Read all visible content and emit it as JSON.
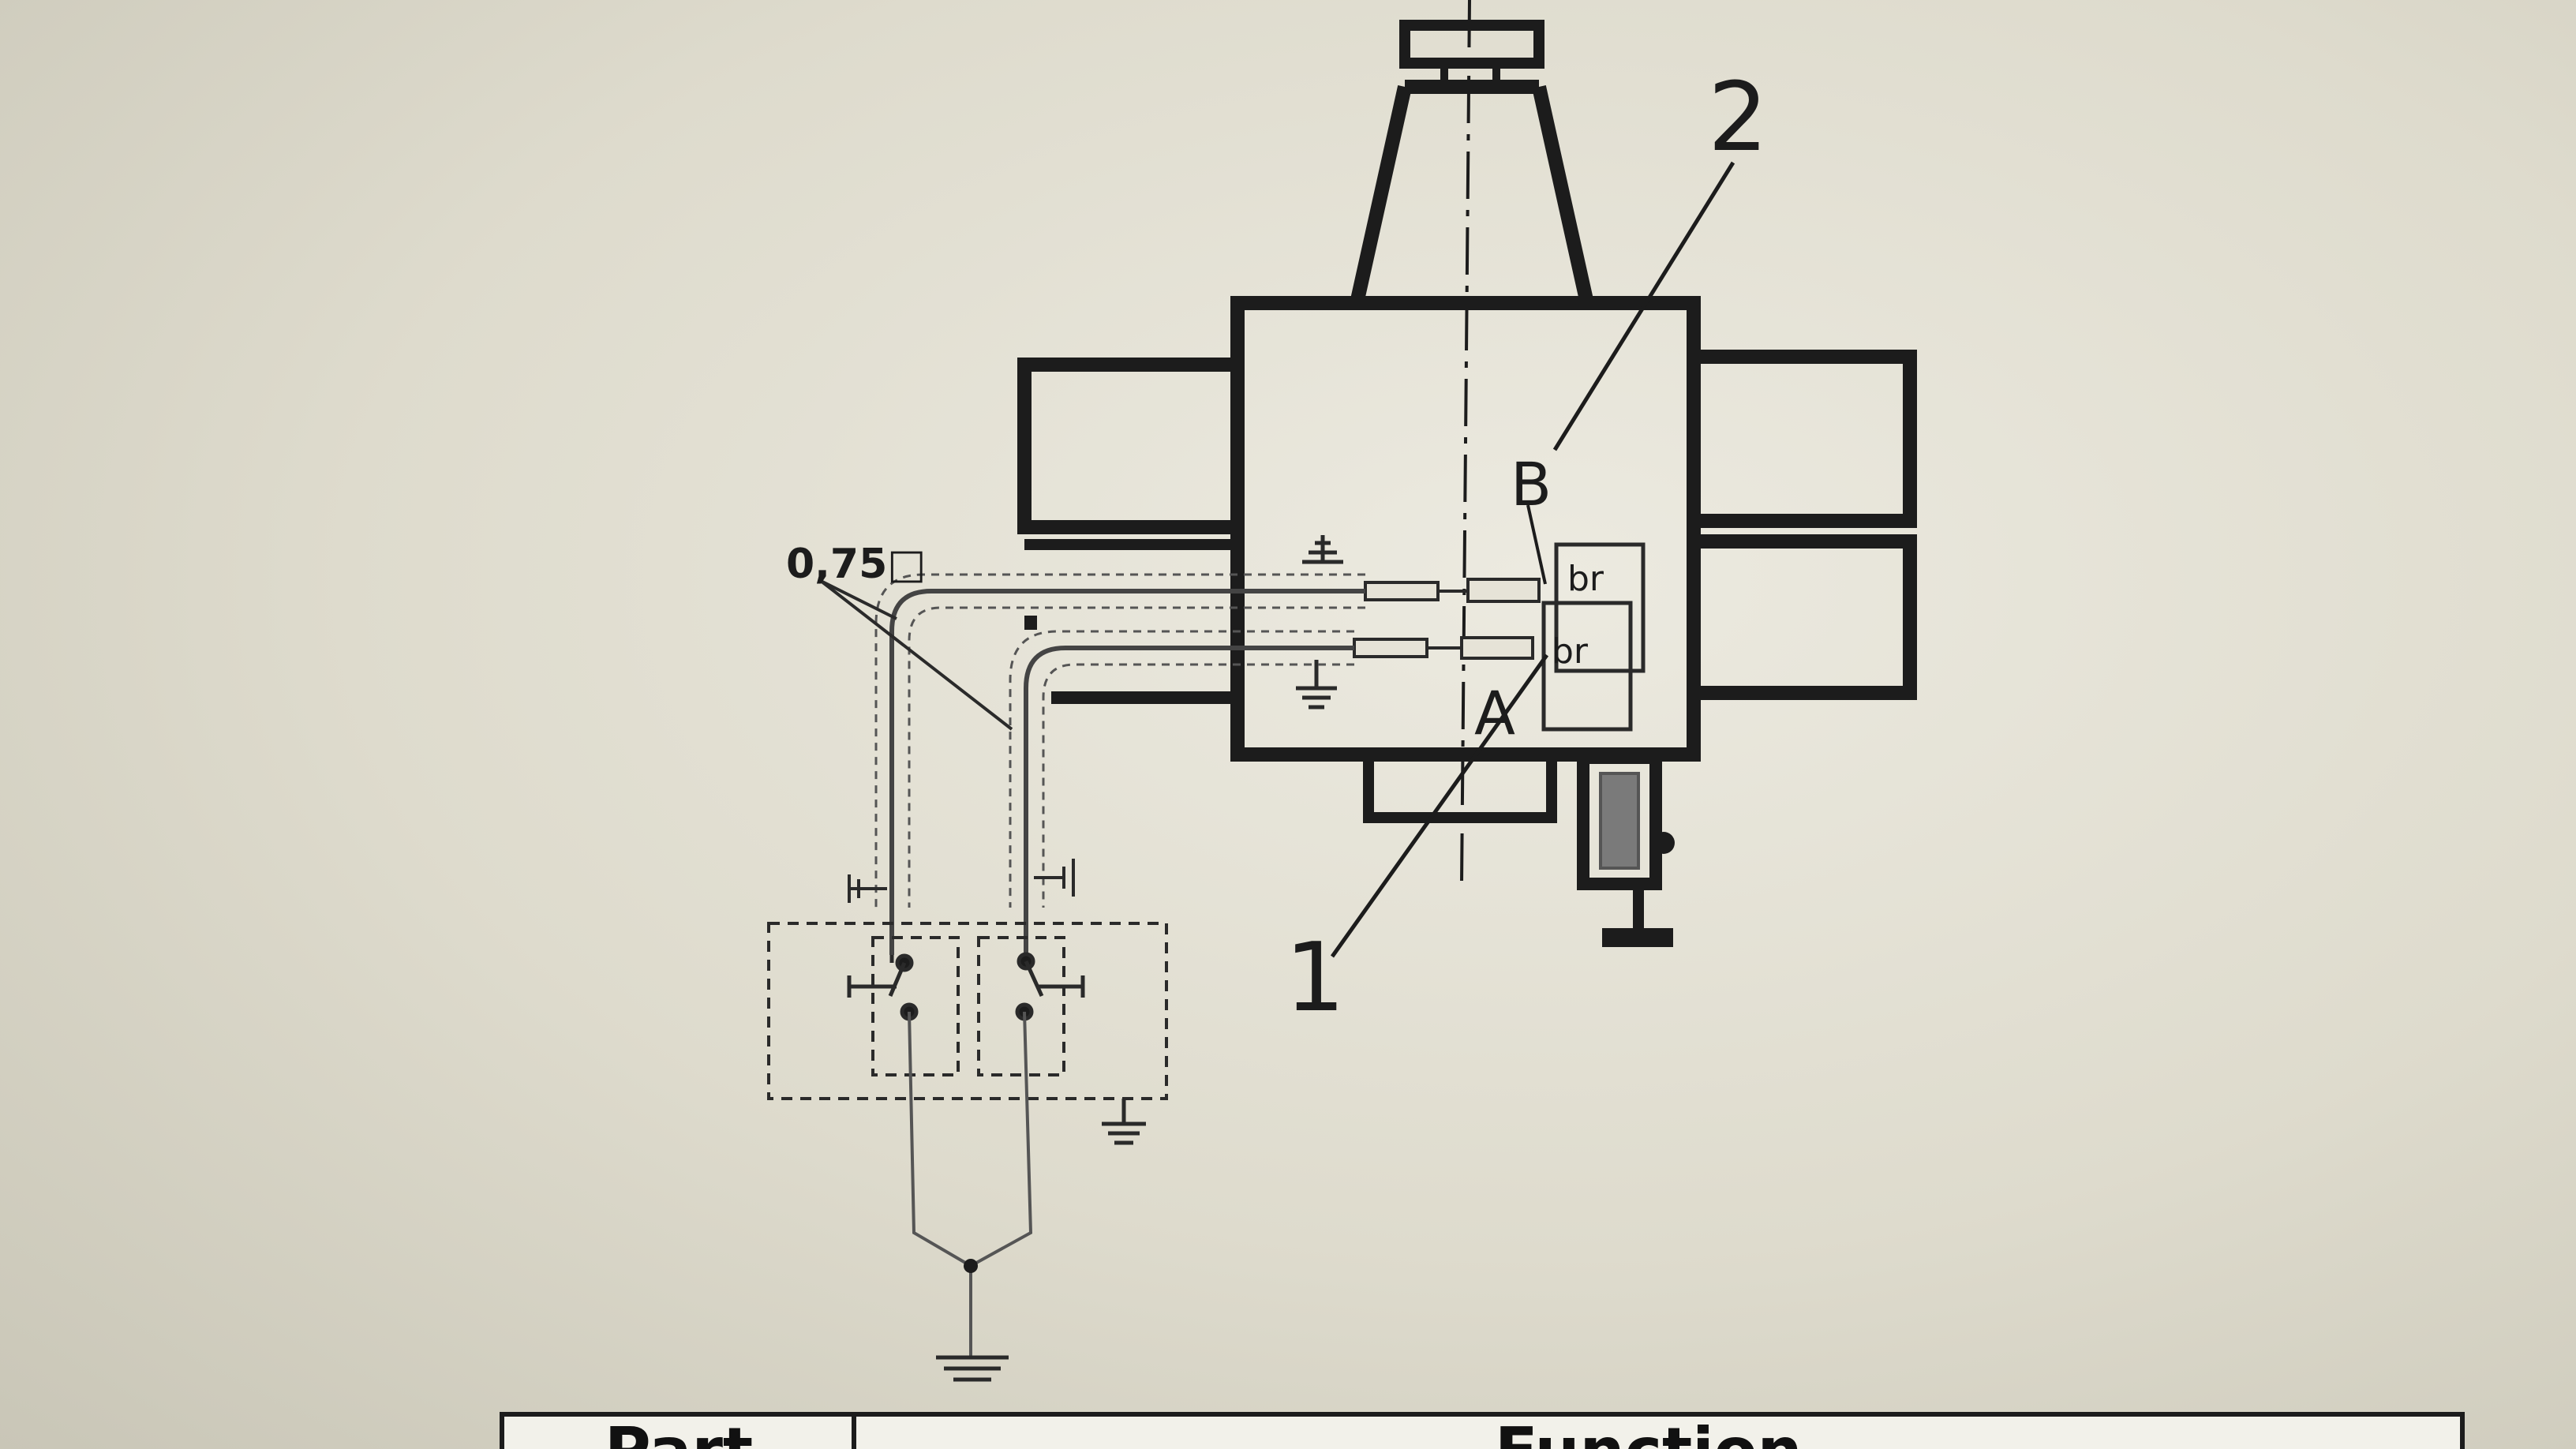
{
  "labels": {
    "callout_1": "1",
    "callout_2": "2",
    "connector_a": "A",
    "connector_b": "B",
    "wire_color_upper": "br",
    "wire_color_lower": "br",
    "wire_spec": "0,75□"
  },
  "table_header": {
    "col_1": "Part",
    "col_2": "Function"
  },
  "colors": {
    "ink": "#1c1c1c",
    "wire": "#555555",
    "paper": "#e6e3d7"
  }
}
